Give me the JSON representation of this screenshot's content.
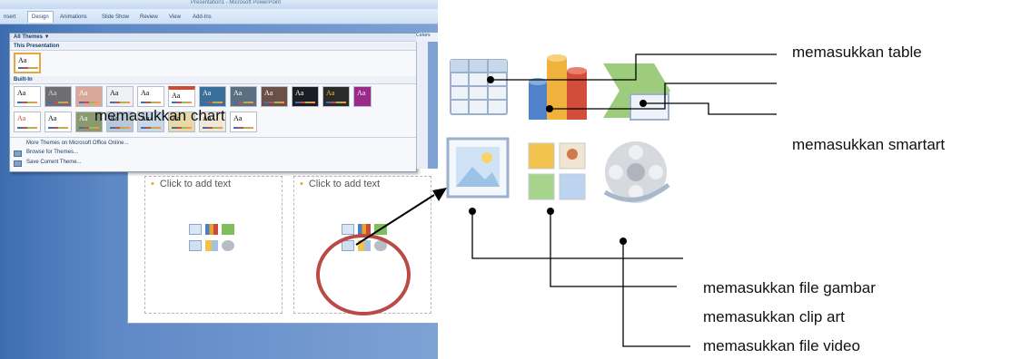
{
  "app": {
    "window_title": "Presentation1 - Microsoft PowerPoint",
    "tabs": [
      "nsert",
      "Design",
      "Animations",
      "Slide Show",
      "Review",
      "View",
      "Add-Ins"
    ],
    "active_tab": "Design",
    "colors_button": "Colors"
  },
  "themes_gallery": {
    "header_all": "All Themes ▼",
    "section_this": "This Presentation",
    "section_builtin": "Built-In",
    "thumb_label": "Aa",
    "menu_items": [
      "More Themes on Microsoft Office Online...",
      "Browse for Themes...",
      "Save Current Theme..."
    ]
  },
  "slide": {
    "placeholder_left_text": "Click to add text",
    "placeholder_right_text": "Click to add text"
  },
  "annotations": {
    "table": "memasukkan table",
    "chart": "memasukkan chart",
    "smartart": "memasukkan smartart",
    "picture": "memasukkan file gambar",
    "clipart": "memasukkan clip art",
    "video": "memasukkan file video"
  },
  "colors": {
    "highlight_circle": "#b94a46",
    "ribbon": "#cfe0f4",
    "workspace": "#5e88c6"
  }
}
